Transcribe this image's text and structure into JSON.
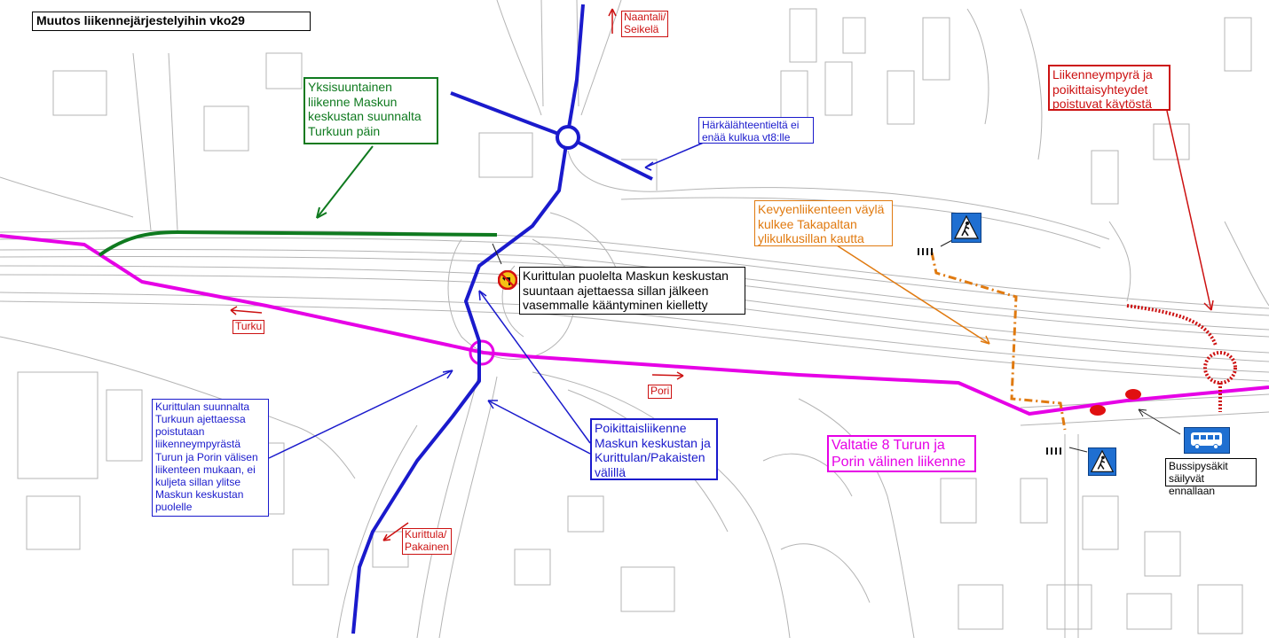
{
  "title": "Muutos liikennejärjestelyihin vko29",
  "colors": {
    "magenta": "#e600e6",
    "blue": "#1a1acc",
    "green": "#0f7a1f",
    "orange": "#e07a10",
    "red": "#cc1111",
    "navy": "#0a0a8c",
    "base": "#b0b0b0"
  },
  "directions": {
    "naantali": "Naantali/\nSeikelä",
    "turku": "Turku",
    "pori": "Pori",
    "kurittula": "Kurittula/\nPakainen"
  },
  "notes": {
    "green_oneway": "Yksisuuntainen\nliikenne Maskun\nkeskustan suunnalta\nTurkuun päin",
    "harkala": "Härkälähteentieltä ei\nenää kulkua vt8:lle",
    "light_traffic": "Kevyenliikenteen väylä\nkulkee Takapaltan\nylikulkusillan kautta",
    "roundabout_removed": "Liikenneympyrä ja\npoikittaisyhteydet\npoistuvat käytöstä",
    "left_turn": "Kurittulan puolelta Maskun keskustan\nsuuntaan ajettaessa sillan jälkeen\nvasemmalle kääntyminen kielletty",
    "kurittula_turku": "Kurittulan suunnalta\nTurkuun ajettaessa\npoistutaan\nliikenneympyrästä\nTurun ja Porin välisen\nliikenteen mukaan, ei\nkuljeta sillan ylitse\nMaskun keskustan\npuolelle",
    "cross_traffic": "Poikittaisliikenne\nMaskun keskustan ja\nKurittulan/Pakaisten\nvälillä",
    "valtatie": "Valtatie 8 Turun ja\nPorin välinen liikenne",
    "bus_stops": "Bussipysäkit\nsäilyvät ennallaan"
  },
  "icons": [
    "pedestrian-crossing-sign-icon",
    "no-left-turn-sign-icon",
    "bus-sign-icon"
  ]
}
